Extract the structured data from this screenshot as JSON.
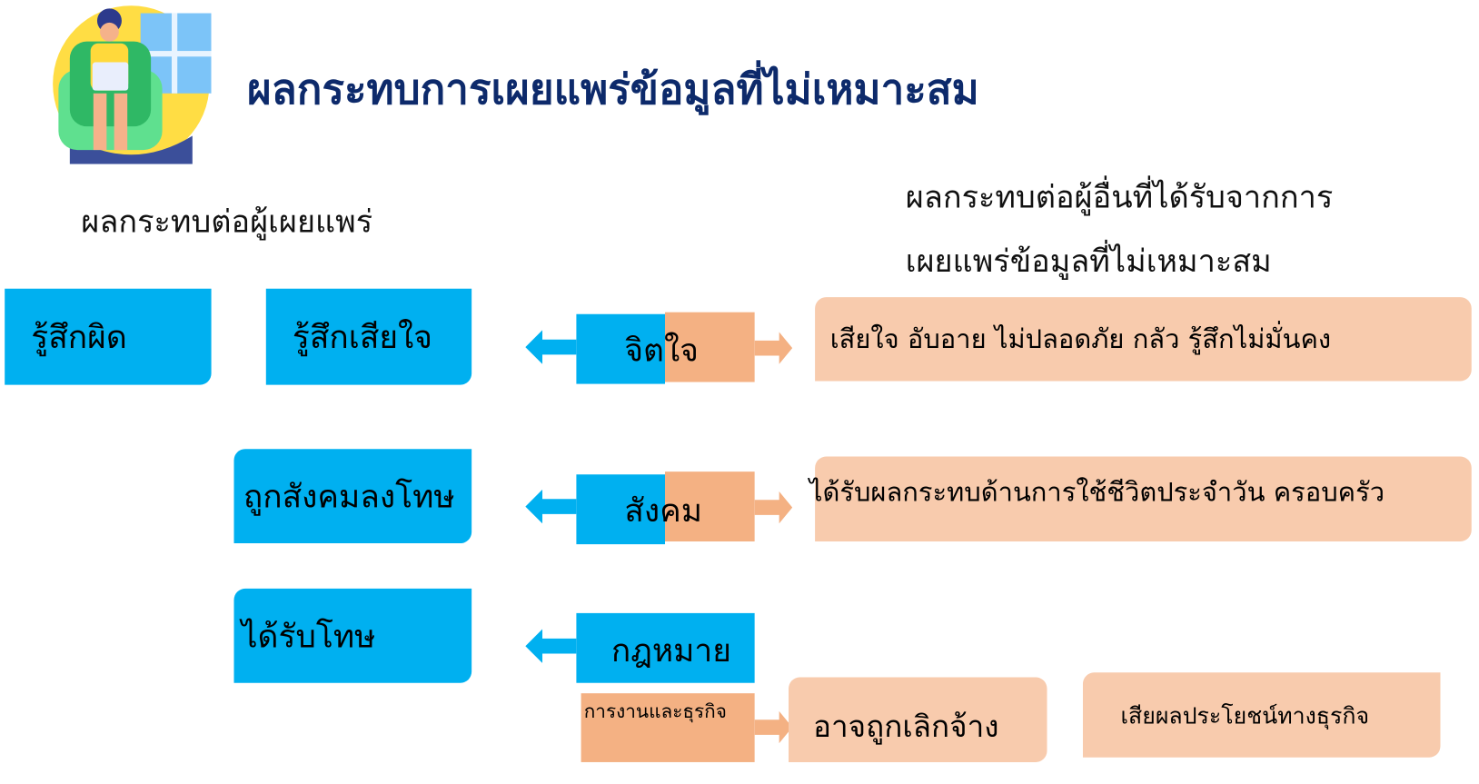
{
  "title": "ผลกระทบการเผยแพร่ข้อมูลที่ไม่เหมาะสม",
  "left_heading": "ผลกระทบต่อผู้เผยแพร่",
  "right_heading": [
    "ผลกระทบต่อผู้อื่นที่ได้รับจากการ",
    "เผยแพร่ข้อมูลที่ไม่เหมาะสม"
  ],
  "publisher_effects": [
    "รู้สึกผิด",
    "รู้สึกเสียใจ",
    "ถูกสังคมลงโทษ",
    "ได้รับโทษ"
  ],
  "categories": [
    "จิตใจ",
    "สังคม",
    "กฎหมาย",
    "การงานและธุรกิจ"
  ],
  "others_effects": [
    "เสียใจ  อับอาย  ไม่ปลอดภัย  กลัว  รู้สึกไม่มั่นคง",
    "ได้รับผลกระทบด้านการใช้ชีวิตประจำวัน  ครอบครัว",
    "อาจถูกเลิกจ้าง",
    "เสียผลประโยชน์ทางธุรกิจ"
  ],
  "colors": {
    "blue": "#00b0f0",
    "orange": "#f4b183",
    "peach": "#f8cbad",
    "title": "#0d2a6b"
  }
}
